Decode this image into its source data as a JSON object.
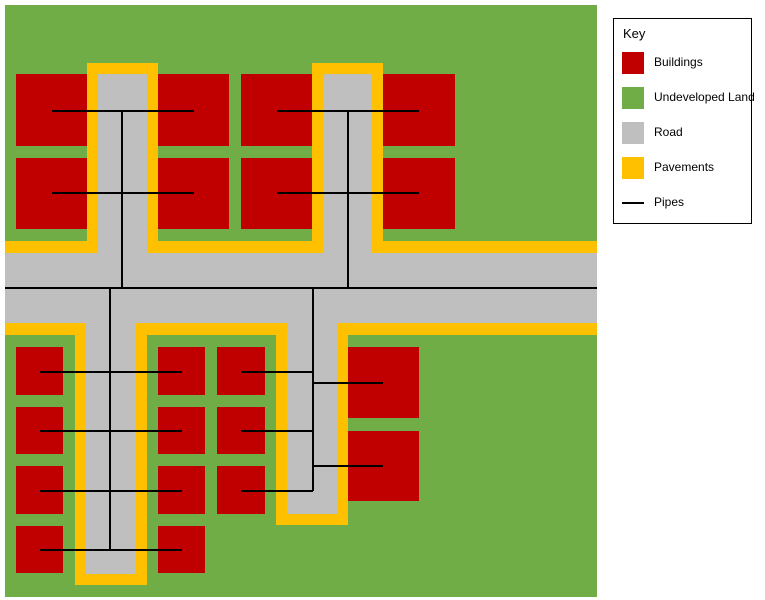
{
  "colors": {
    "buildings": "#c00000",
    "undeveloped_land": "#70ad47",
    "road": "#bfbfbf",
    "pavements": "#ffc000",
    "pipes": "#000000"
  },
  "key": {
    "title": "Key",
    "items": [
      {
        "label": "Buildings",
        "type": "swatch",
        "color": "#c00000"
      },
      {
        "label": "Undeveloped Land",
        "type": "swatch",
        "color": "#70ad47"
      },
      {
        "label": "Road",
        "type": "swatch",
        "color": "#bfbfbf"
      },
      {
        "label": "Pavements",
        "type": "swatch",
        "color": "#ffc000"
      },
      {
        "label": "Pipes",
        "type": "line",
        "color": "#000000"
      }
    ]
  }
}
